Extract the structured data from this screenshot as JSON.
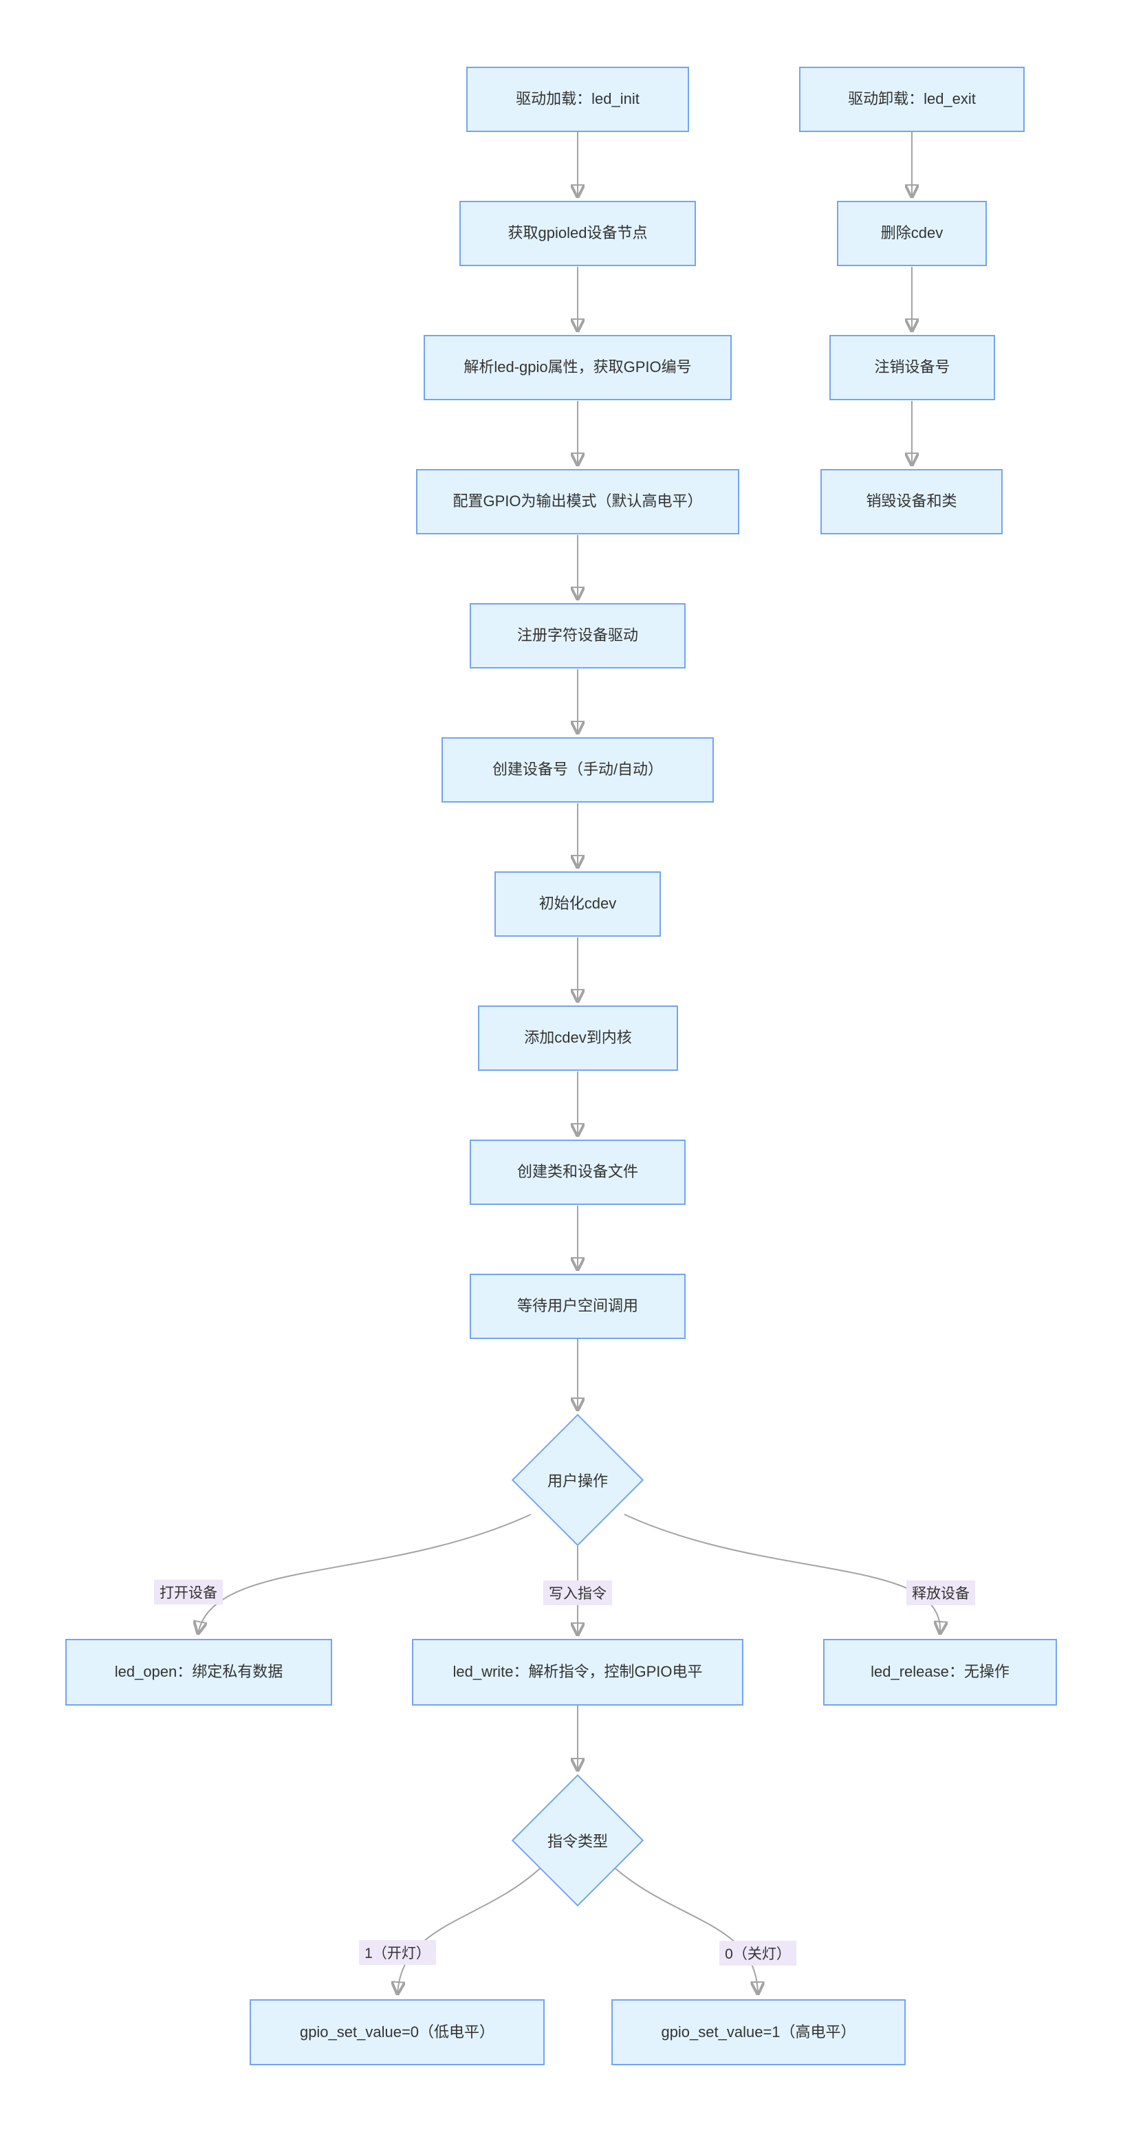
{
  "diagram": {
    "colors": {
      "node_fill": "#E2F3FD",
      "node_border": "#74A4F1",
      "edge_line": "#A3A3A3",
      "edge_label_bg": "#EDE7F7",
      "text": "#333333",
      "background": "#ffffff"
    },
    "main_flow": {
      "nodes": [
        "驱动加载：led_init",
        "获取gpioled设备节点",
        "解析led-gpio属性，获取GPIO编号",
        "配置GPIO为输出模式（默认高电平）",
        "注册字符设备驱动",
        "创建设备号（手动/自动）",
        "初始化cdev",
        "添加cdev到内核",
        "创建类和设备文件",
        "等待用户空间调用"
      ],
      "decision1": "用户操作",
      "branches": [
        {
          "label": "打开设备",
          "target": "led_open：绑定私有数据"
        },
        {
          "label": "写入指令",
          "target": "led_write：解析指令，控制GPIO电平"
        },
        {
          "label": "释放设备",
          "target": "led_release：无操作"
        }
      ],
      "decision2": "指令类型",
      "outcomes": [
        {
          "label": "1（开灯）",
          "target": "gpio_set_value=0（低电平）"
        },
        {
          "label": "0（关灯）",
          "target": "gpio_set_value=1（高电平）"
        }
      ]
    },
    "exit_flow": {
      "nodes": [
        "驱动卸载：led_exit",
        "删除cdev",
        "注销设备号",
        "销毁设备和类"
      ]
    }
  }
}
